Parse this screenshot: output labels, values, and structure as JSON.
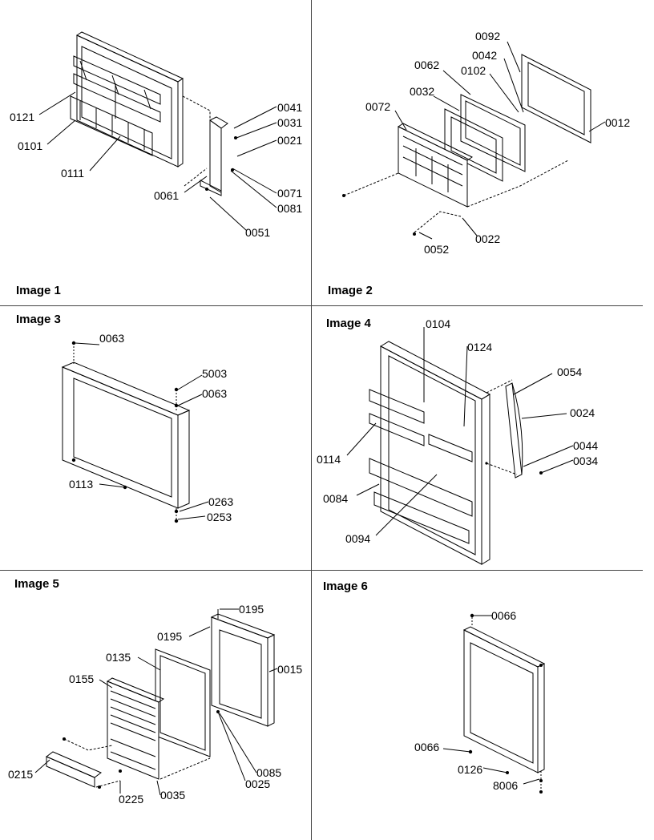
{
  "panels": [
    {
      "title": "Image 1",
      "callouts": [
        "0121",
        "0101",
        "0111",
        "0041",
        "0031",
        "0021",
        "0061",
        "0071",
        "0081",
        "0051"
      ]
    },
    {
      "title": "Image 2",
      "callouts": [
        "0092",
        "0042",
        "0062",
        "0102",
        "0032",
        "0072",
        "0012",
        "0052",
        "0022"
      ]
    },
    {
      "title": "Image 3",
      "callouts": [
        "0063",
        "5003",
        "0063",
        "0113",
        "0263",
        "0253"
      ]
    },
    {
      "title": "Image 4",
      "callouts": [
        "0104",
        "0124",
        "0054",
        "0024",
        "0114",
        "0044",
        "0034",
        "0084",
        "0094"
      ]
    },
    {
      "title": "Image 5",
      "callouts": [
        "0195",
        "0195",
        "0135",
        "0015",
        "0155",
        "0085",
        "0215",
        "0025",
        "0225",
        "0035"
      ]
    },
    {
      "title": "Image 6",
      "callouts": [
        "0066",
        "0066",
        "0126",
        "8006"
      ]
    }
  ]
}
